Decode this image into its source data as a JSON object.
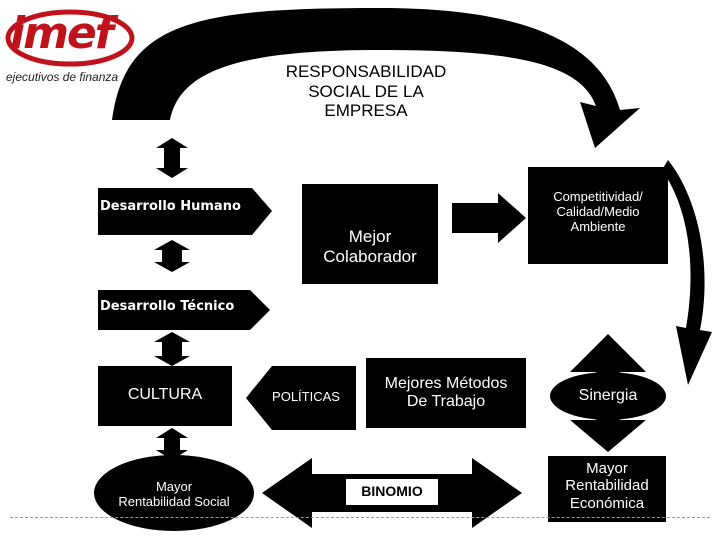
{
  "logo": {
    "brand": "imef",
    "tagline": "ejecutivos de finanzas"
  },
  "title": {
    "line1": "RESPONSABILIDAD",
    "line2": "SOCIAL DE LA",
    "line3": "EMPRESA"
  },
  "desarrollo_humano": "Desarrollo Humano",
  "desarrollo_tecnico": "Desarrollo Técnico",
  "mejor_colaborador": {
    "line1": "Mejor",
    "line2": "Colaborador"
  },
  "competitividad": {
    "line1": "Competitividad/",
    "line2": "Calidad/Medio",
    "line3": "Ambiente"
  },
  "cultura": "CULTURA",
  "politicas": "POLÍTICAS",
  "mejores_metodos": {
    "line1": "Mejores Métodos",
    "line2": "De Trabajo"
  },
  "sinergia": "Sinergia",
  "rentabilidad_social": {
    "line1": "Mayor",
    "line2": "Rentabilidad Social"
  },
  "binomio": "BINOMIO",
  "rentabilidad_economica": {
    "line1": "Mayor",
    "line2": "Rentabilidad",
    "line3": "Económica"
  },
  "colors": {
    "shape": "#000000",
    "logo_red": "#c0121a",
    "background": "#ffffff"
  }
}
